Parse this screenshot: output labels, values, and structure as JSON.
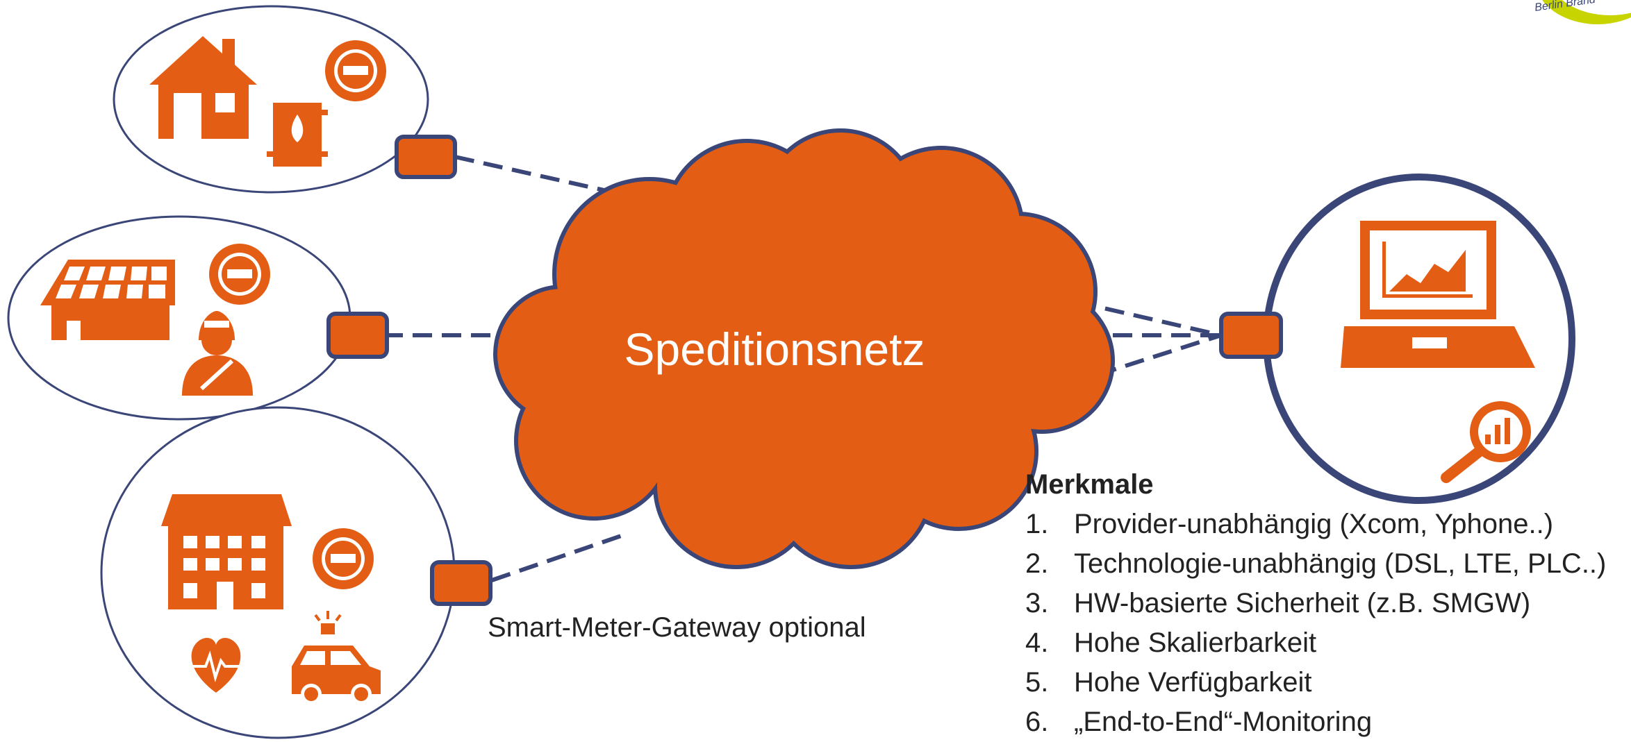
{
  "colors": {
    "accent": "#E35D14",
    "outline": "#3A4578",
    "logo_green": "#C8D400"
  },
  "cloud": {
    "label": "Speditionsnetz"
  },
  "gateway_note": "Smart-Meter-Gateway optional",
  "features": {
    "title": "Merkmale",
    "items": [
      {
        "num": "1.",
        "text": "Provider-unabhängig (Xcom, Yphone..)"
      },
      {
        "num": "2.",
        "text": "Technologie-unabhängig (DSL, LTE, PLC..)"
      },
      {
        "num": "3.",
        "text": "HW-basierte Sicherheit (z.B. SMGW)"
      },
      {
        "num": "4.",
        "text": "Hohe Skalierbarkeit"
      },
      {
        "num": "5.",
        "text": "Hohe Verfügbarkeit"
      },
      {
        "num": "6.",
        "text": "„End-to-End“-Monitoring"
      }
    ]
  },
  "logo": {
    "text": "Berlin Brand"
  },
  "icons": {
    "top_group": [
      "house-icon",
      "smart-meter-icon",
      "gas-boiler-icon"
    ],
    "middle_group": [
      "solar-roof-icon",
      "smart-meter-icon",
      "technician-icon"
    ],
    "bottom_group": [
      "apartment-building-icon",
      "smart-meter-icon",
      "heart-rate-icon",
      "emergency-vehicle-icon"
    ],
    "right_group": [
      "laptop-chart-icon",
      "analytics-magnifier-icon"
    ]
  }
}
